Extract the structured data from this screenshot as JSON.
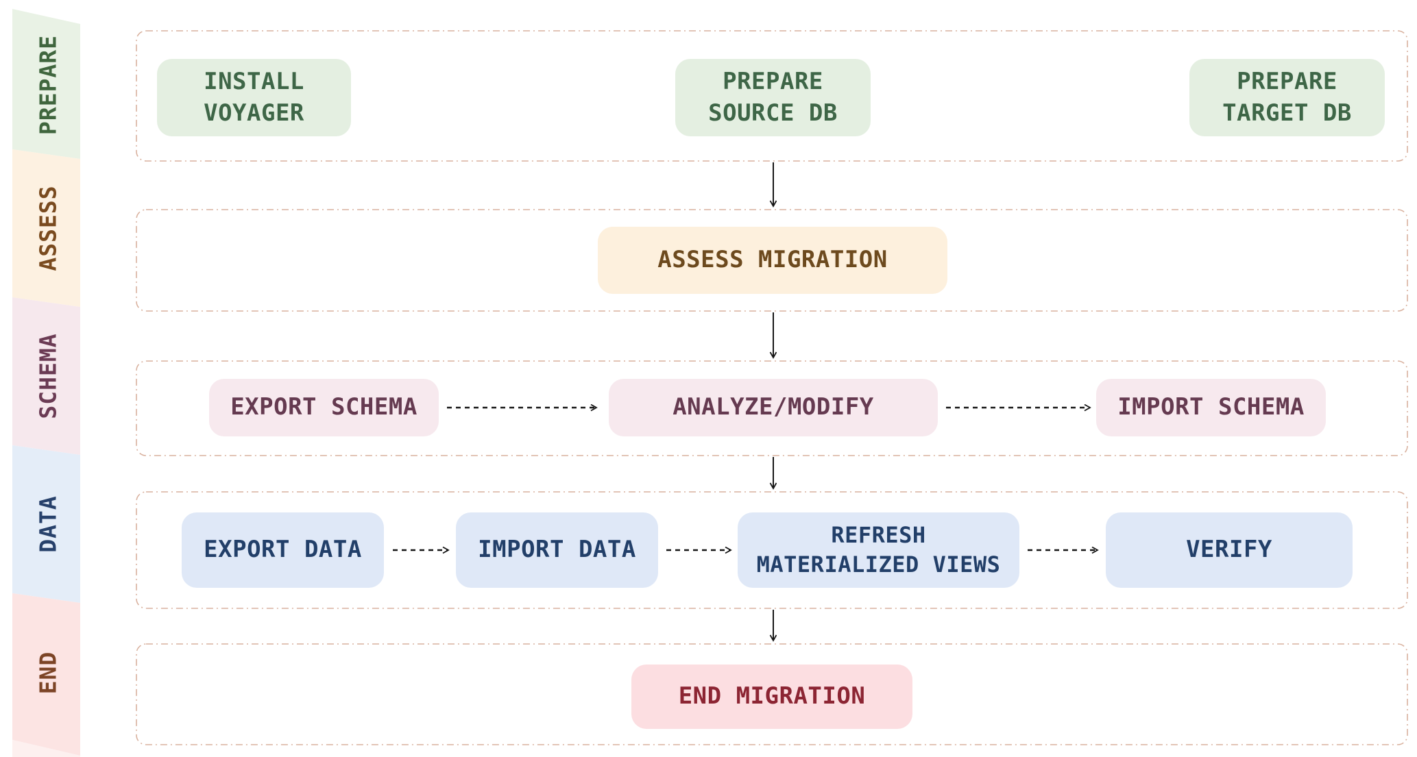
{
  "diagram": {
    "phases": [
      {
        "label": "PREPARE",
        "ribbon_bg": "#e9f2e5",
        "ribbon_text": "#40663e",
        "box_bg": "#e4efe1",
        "box_text": "#3e6647",
        "steps": [
          {
            "label": "INSTALL\nVOYAGER"
          },
          {
            "label": "PREPARE\nSOURCE DB"
          },
          {
            "label": "PREPARE\nTARGET DB"
          }
        ]
      },
      {
        "label": "ASSESS",
        "ribbon_bg": "#fdf1e1",
        "ribbon_text": "#7a4b1f",
        "box_bg": "#fdf0dd",
        "box_text": "#6d4a1e",
        "steps": [
          {
            "label": "ASSESS MIGRATION"
          }
        ]
      },
      {
        "label": "SCHEMA",
        "ribbon_bg": "#f6e8ed",
        "ribbon_text": "#6b3b54",
        "box_bg": "#f7e9ee",
        "box_text": "#653a50",
        "steps": [
          {
            "label": "EXPORT SCHEMA"
          },
          {
            "label": "ANALYZE/MODIFY"
          },
          {
            "label": "IMPORT SCHEMA"
          }
        ]
      },
      {
        "label": "DATA",
        "ribbon_bg": "#e4edf8",
        "ribbon_text": "#27416b",
        "box_bg": "#dfe8f7",
        "box_text": "#223f69",
        "steps": [
          {
            "label": "EXPORT DATA"
          },
          {
            "label": "IMPORT DATA"
          },
          {
            "label": "REFRESH\nMATERIALIZED VIEWS"
          },
          {
            "label": "VERIFY"
          }
        ]
      },
      {
        "label": "END",
        "ribbon_bg": "#fce4e3",
        "ribbon_text": "#7c4426",
        "box_bg": "#fcdee1",
        "box_text": "#8c2533",
        "steps": [
          {
            "label": "END MIGRATION"
          }
        ]
      }
    ],
    "colors": {
      "row_border": "#d9b19e",
      "arrow": "#161616",
      "ribbon_tail": "#fdf0ef",
      "background": "#ffffff"
    }
  }
}
